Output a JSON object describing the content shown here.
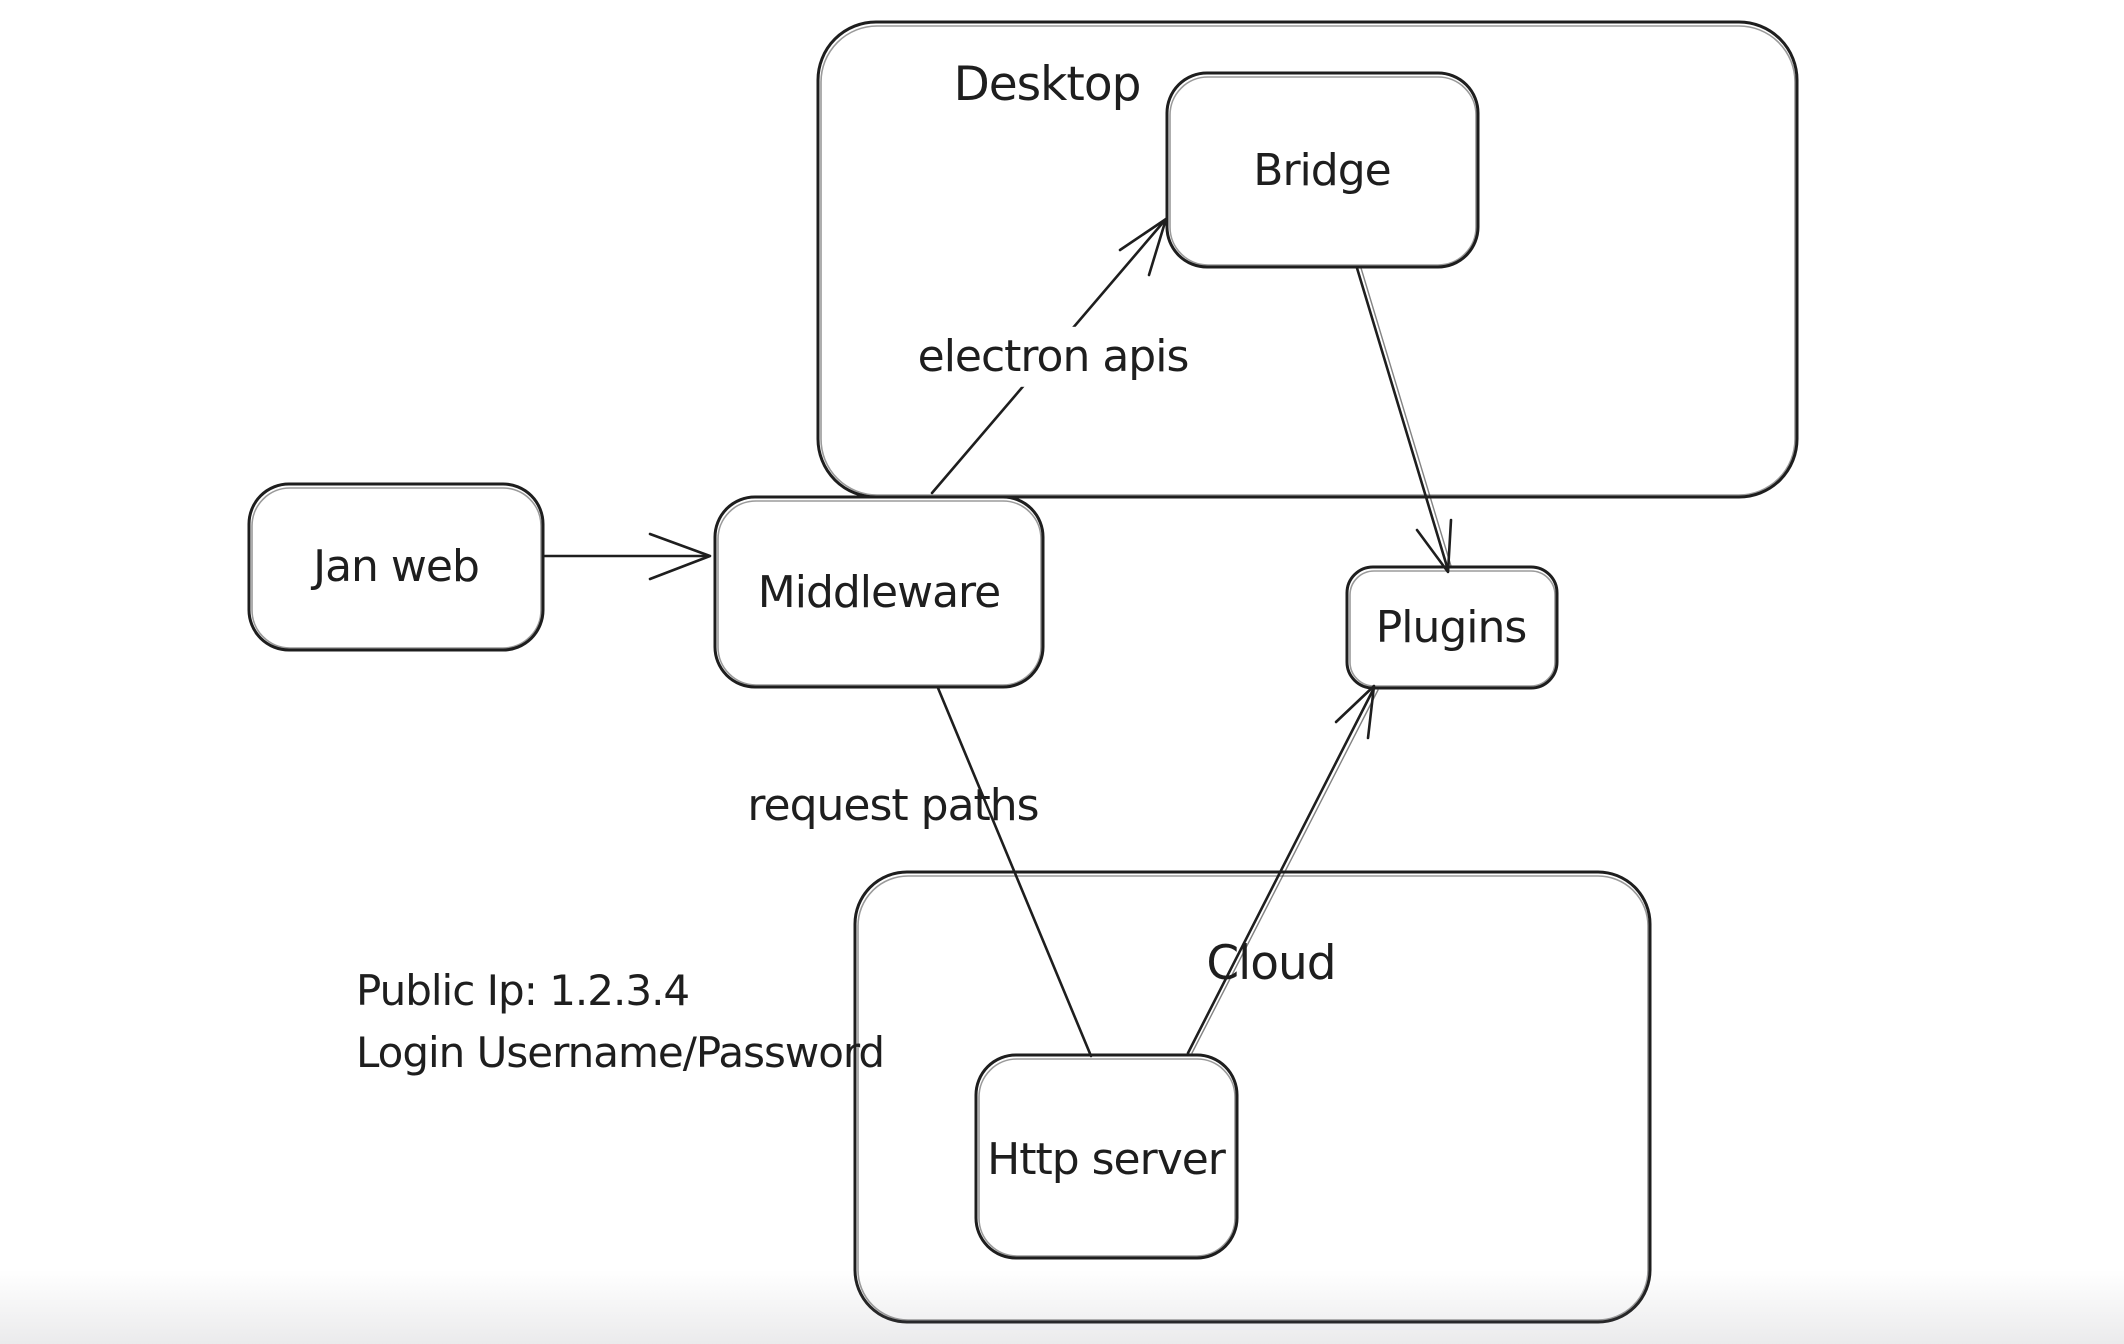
{
  "canvas": {
    "background_color": "#ffffff",
    "stroke_color": "#1e1e1e",
    "bottom_fade_color": "#ecocecTypo-not-used",
    "fade_note": "subtle light-gray fade at bottom edge"
  },
  "containers": [
    {
      "id": "desktop",
      "label": "Desktop"
    },
    {
      "id": "cloud",
      "label": "Cloud"
    }
  ],
  "nodes": [
    {
      "id": "jan-web",
      "label": "Jan web"
    },
    {
      "id": "middleware",
      "label": "Middleware"
    },
    {
      "id": "bridge",
      "label": "Bridge"
    },
    {
      "id": "plugins",
      "label": "Plugins"
    },
    {
      "id": "http-server",
      "label": "Http server"
    }
  ],
  "edges": [
    {
      "id": "janweb-to-middleware",
      "from": "jan-web",
      "to": "middleware",
      "arrowhead": true
    },
    {
      "id": "middleware-to-bridge",
      "from": "middleware",
      "to": "bridge",
      "arrowhead": true,
      "label": "electron apis"
    },
    {
      "id": "bridge-to-plugins",
      "from": "bridge",
      "to": "plugins",
      "arrowhead": true
    },
    {
      "id": "middleware-to-httpserver",
      "from": "middleware",
      "to": "http-server",
      "arrowhead": false,
      "label": "request paths"
    },
    {
      "id": "httpserver-to-plugins",
      "from": "http-server",
      "to": "plugins",
      "arrowhead": true
    }
  ],
  "note": {
    "lines": [
      "Public Ip: 1.2.3.4",
      "Login Username/Password"
    ]
  }
}
